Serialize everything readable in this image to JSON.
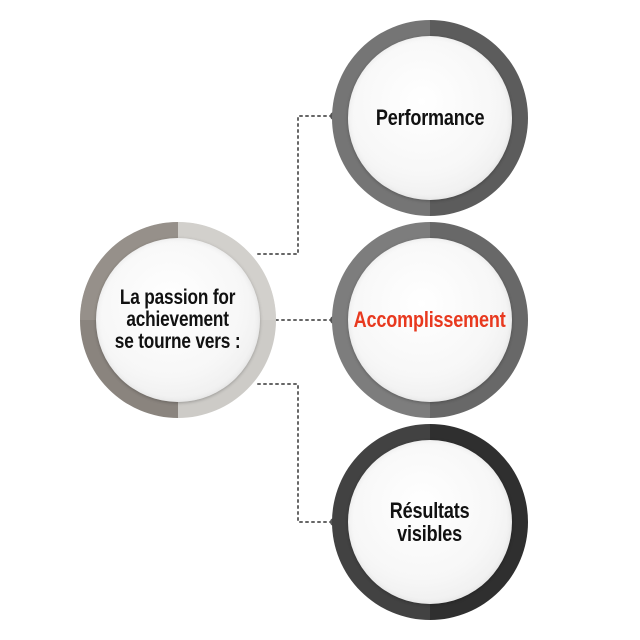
{
  "center": {
    "lines": [
      "La passion for",
      "achievement",
      "se tourne vers :"
    ]
  },
  "nodes": [
    {
      "label": "Performance"
    },
    {
      "label": "Accomplissement"
    },
    {
      "lines": [
        "Résultats",
        "visibles"
      ]
    }
  ],
  "colors": {
    "center_ring_left": "#8a847e",
    "center_ring_right": "#cdcbc7",
    "node1_ring_left": "#6d6d6d",
    "node1_ring_right": "#5a5a5a",
    "node2_ring_left": "#7a7a7a",
    "node2_ring_right": "#666666",
    "node3_ring_left": "#3f3f3f",
    "node3_ring_right": "#2e2e2e",
    "accent_text": "#e8391f",
    "connector": "#666666"
  }
}
